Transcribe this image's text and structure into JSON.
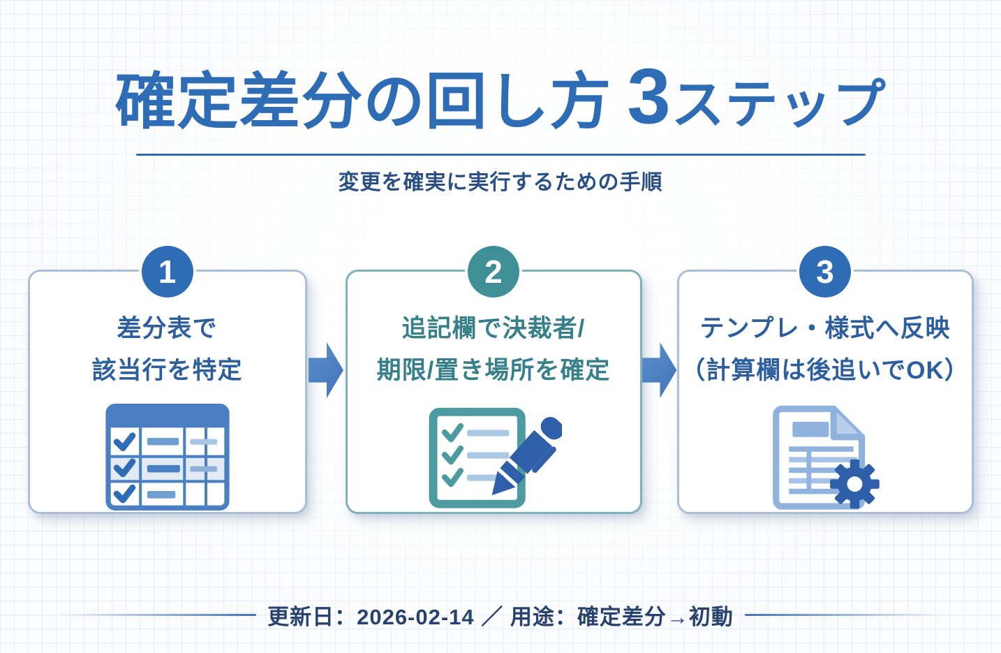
{
  "page": {
    "title": {
      "main": "確定差分の回し方",
      "number": "3",
      "suffix": "ステップ"
    },
    "subtitle": "変更を確実に実行するための手順",
    "footer_text": "更新日：2026-02-14 ／ 用途：確定差分→初動"
  },
  "steps": [
    {
      "number": "1",
      "line1": "差分表で",
      "line2": "該当行を特定",
      "icon": "diff-table-icon",
      "badge_color": "#2e6cb5",
      "text_color": "#2d5f9e",
      "border_color": "#a9bfd8"
    },
    {
      "number": "2",
      "line1": "追記欄で決裁者/",
      "line2": "期限/置き場所を確定",
      "icon": "checklist-pen-icon",
      "badge_color": "#3f8f97",
      "text_color": "#35808a",
      "border_color": "#7fb2b8"
    },
    {
      "number": "3",
      "line1": "テンプレ・様式へ反映",
      "line2": "（計算欄は後追いでOK）",
      "icon": "document-gear-icon",
      "badge_color": "#2e6cb5",
      "text_color": "#2d5f9e",
      "border_color": "#a9bfd8"
    }
  ],
  "colors": {
    "title_blue": "#2e6cb5",
    "subtitle_navy": "#2a4f85",
    "footer_navy": "#27426e",
    "arrow_blue": "#4a7fc1",
    "teal_accent": "#3f8f97",
    "grid_line": "#e8ecf5",
    "icon_blue": "#4a80c2",
    "icon_light_blue": "#8fb3dd",
    "pen_gear_blue": "#2f5fa8"
  }
}
